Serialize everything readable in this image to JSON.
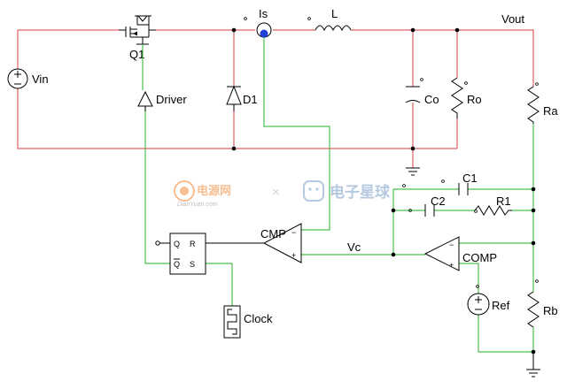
{
  "diagram": {
    "components": {
      "vin": "Vin",
      "q1": "Q1",
      "driver": "Driver",
      "d1": "D1",
      "is": "Is",
      "l": "L",
      "vout": "Vout",
      "co": "Co",
      "ro": "Ro",
      "ra": "Ra",
      "rb": "Rb",
      "c1": "C1",
      "c2": "C2",
      "r1": "R1",
      "comp": "COMP",
      "cmp": "CMP",
      "vc": "Vc",
      "ref": "Ref",
      "clock": "Clock"
    },
    "latch": {
      "q": "Q",
      "r": "R",
      "qbar": "Q",
      "s": "S"
    },
    "opamp_pins": {
      "minus": "−",
      "plus": "+"
    },
    "watermark": {
      "logo1_text": "电源网",
      "logo1_sub": "DianYuan.com",
      "separator": "×",
      "logo2_text": "电子星球"
    },
    "colors": {
      "power_wire": "#e06060",
      "control_wire": "#4cc04c",
      "component_stroke": "#000000",
      "current_sensor": "#1f3fd6"
    }
  }
}
